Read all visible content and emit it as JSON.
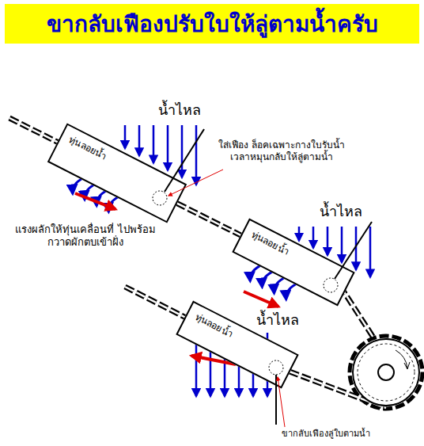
{
  "diagram": {
    "title": "ขากลับเฟืองปรับใบให้ลู่ตามน้ำครับ",
    "nodes": [
      {
        "text": [
          "ทุ่นลอยน้ำ"
        ]
      },
      {
        "text": [
          "ทุ่นลอยน้ำ"
        ]
      },
      {
        "text": [
          "ทุ่นลอยน้ำ"
        ]
      }
    ],
    "edges": [
      {
        "from": 0,
        "to": 1,
        "arrow": "none"
      }
    ],
    "labels": [
      "น้ำไหล",
      "ใส่เฟือง ล็อคเฉพาะกางใบรับน้ำ เวลาหมุนกลับให้ลู่ตามน้ำ",
      "แรงผลักให้ทุ่นเคลื่อนที่ ไปพร้อมกวาดผักตบเข้าฝั่ง",
      "น้ำไหล",
      "น้ำไหล",
      "ขากลับเฟืองลู่ใบตามน้ำ"
    ]
  }
}
